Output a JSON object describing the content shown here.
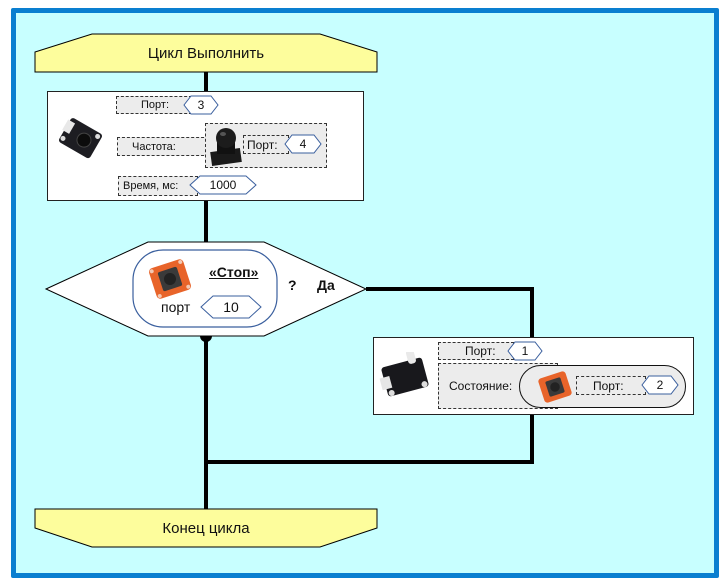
{
  "colors": {
    "frame_border": "#0a7fd0",
    "canvas_bg": "#c8ffff",
    "loop_fill": "#fdfd9c",
    "connector": "#000000",
    "value_hex_stroke": "#3a5f9e"
  },
  "loop_start": {
    "label": "Цикл Выполнить"
  },
  "loop_end": {
    "label": "Конец цикла"
  },
  "action_block_1": {
    "device_icon": "buzzer-module-icon",
    "params": [
      {
        "label": "Порт:",
        "value": "3"
      },
      {
        "label": "Частота:",
        "nested": {
          "device_icon": "joystick-module-icon",
          "label": "Порт:",
          "value": "4"
        }
      },
      {
        "label": "Время, мс:",
        "value": "1000"
      }
    ]
  },
  "condition": {
    "device_icon": "button-module-icon",
    "name": "«Стоп»",
    "port_label": "порт",
    "port_value": "10",
    "question": "?",
    "branch_label": "Да"
  },
  "action_block_2": {
    "device_icon": "led-module-icon",
    "params": [
      {
        "label": "Порт:",
        "value": "1"
      },
      {
        "label": "Состояние:",
        "nested": {
          "device_icon": "button-module-icon",
          "label": "Порт:",
          "value": "2"
        }
      }
    ]
  }
}
